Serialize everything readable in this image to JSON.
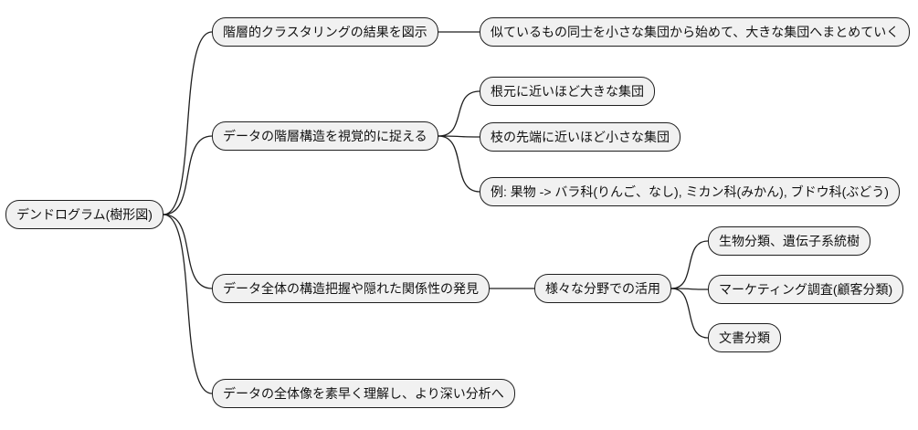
{
  "diagram": {
    "type": "mindmap",
    "colors": {
      "node_fill": "#f1f1f1",
      "node_border": "#1f1f1f",
      "edge": "#1f1f1f",
      "text": "#111111",
      "background": "#ffffff"
    },
    "node": {
      "label": "デンドログラム(樹形図)",
      "children": [
        {
          "label": "階層的クラスタリングの結果を図示",
          "children": [
            {
              "label": "似ているもの同士を小さな集団から始めて、大きな集団へまとめていく"
            }
          ]
        },
        {
          "label": "データの階層構造を視覚的に捉える",
          "children": [
            {
              "label": "根元に近いほど大きな集団"
            },
            {
              "label": "枝の先端に近いほど小さな集団"
            },
            {
              "label": "例: 果物 -> バラ科(りんご、なし), ミカン科(みかん), ブドウ科(ぶどう)"
            }
          ]
        },
        {
          "label": "データ全体の構造把握や隠れた関係性の発見",
          "children": [
            {
              "label": "様々な分野での活用",
              "children": [
                {
                  "label": "生物分類、遺伝子系統樹"
                },
                {
                  "label": "マーケティング調査(顧客分類)"
                },
                {
                  "label": "文書分類"
                }
              ]
            }
          ]
        },
        {
          "label": "データの全体像を素早く理解し、より深い分析へ"
        }
      ]
    }
  }
}
